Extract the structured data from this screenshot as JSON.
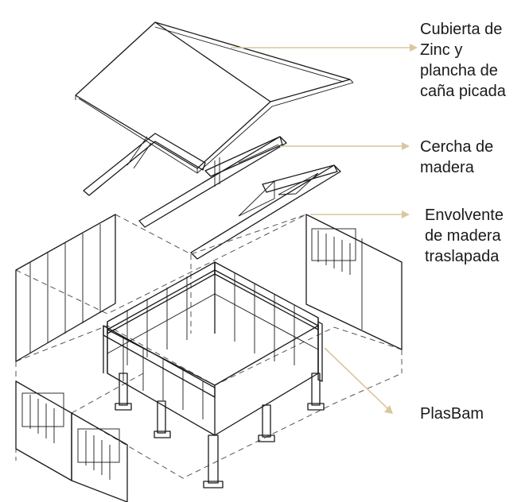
{
  "labels": [
    {
      "id": "roof",
      "lines": [
        "Cubierta de",
        "Zinc y",
        "plancha de",
        "caña picada"
      ]
    },
    {
      "id": "truss",
      "lines": [
        "Cercha de",
        "madera"
      ]
    },
    {
      "id": "envelope",
      "lines": [
        "Envolvente",
        "de madera",
        "traslapada"
      ]
    },
    {
      "id": "frame",
      "lines": [
        "PlasBam"
      ]
    }
  ],
  "colors": {
    "leader": "#d9c79e",
    "line": "#1a1a1a"
  }
}
